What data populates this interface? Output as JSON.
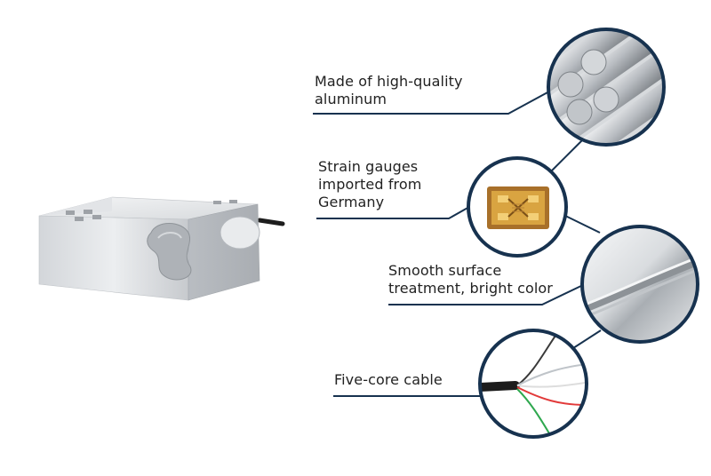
{
  "features": [
    {
      "id": "aluminum",
      "lines": [
        "Made of high-quality",
        "aluminum"
      ]
    },
    {
      "id": "strain",
      "lines": [
        "Strain gauges",
        "imported from",
        "Germany"
      ]
    },
    {
      "id": "surface",
      "lines": [
        "Smooth surface",
        "treatment, bright color"
      ]
    },
    {
      "id": "cable",
      "lines": [
        "Five-core cable"
      ]
    }
  ],
  "colors": {
    "callout_line": "#17324f",
    "circle_border": "#17324f",
    "text": "#222222",
    "gauge_gold": "#d9a441",
    "aluminum": "#c9ccd0"
  },
  "cable_wire_colors": [
    "#e23a3a",
    "#2fa84f",
    "#ffffff",
    "#3a3a3a",
    "#bfc4c9"
  ]
}
